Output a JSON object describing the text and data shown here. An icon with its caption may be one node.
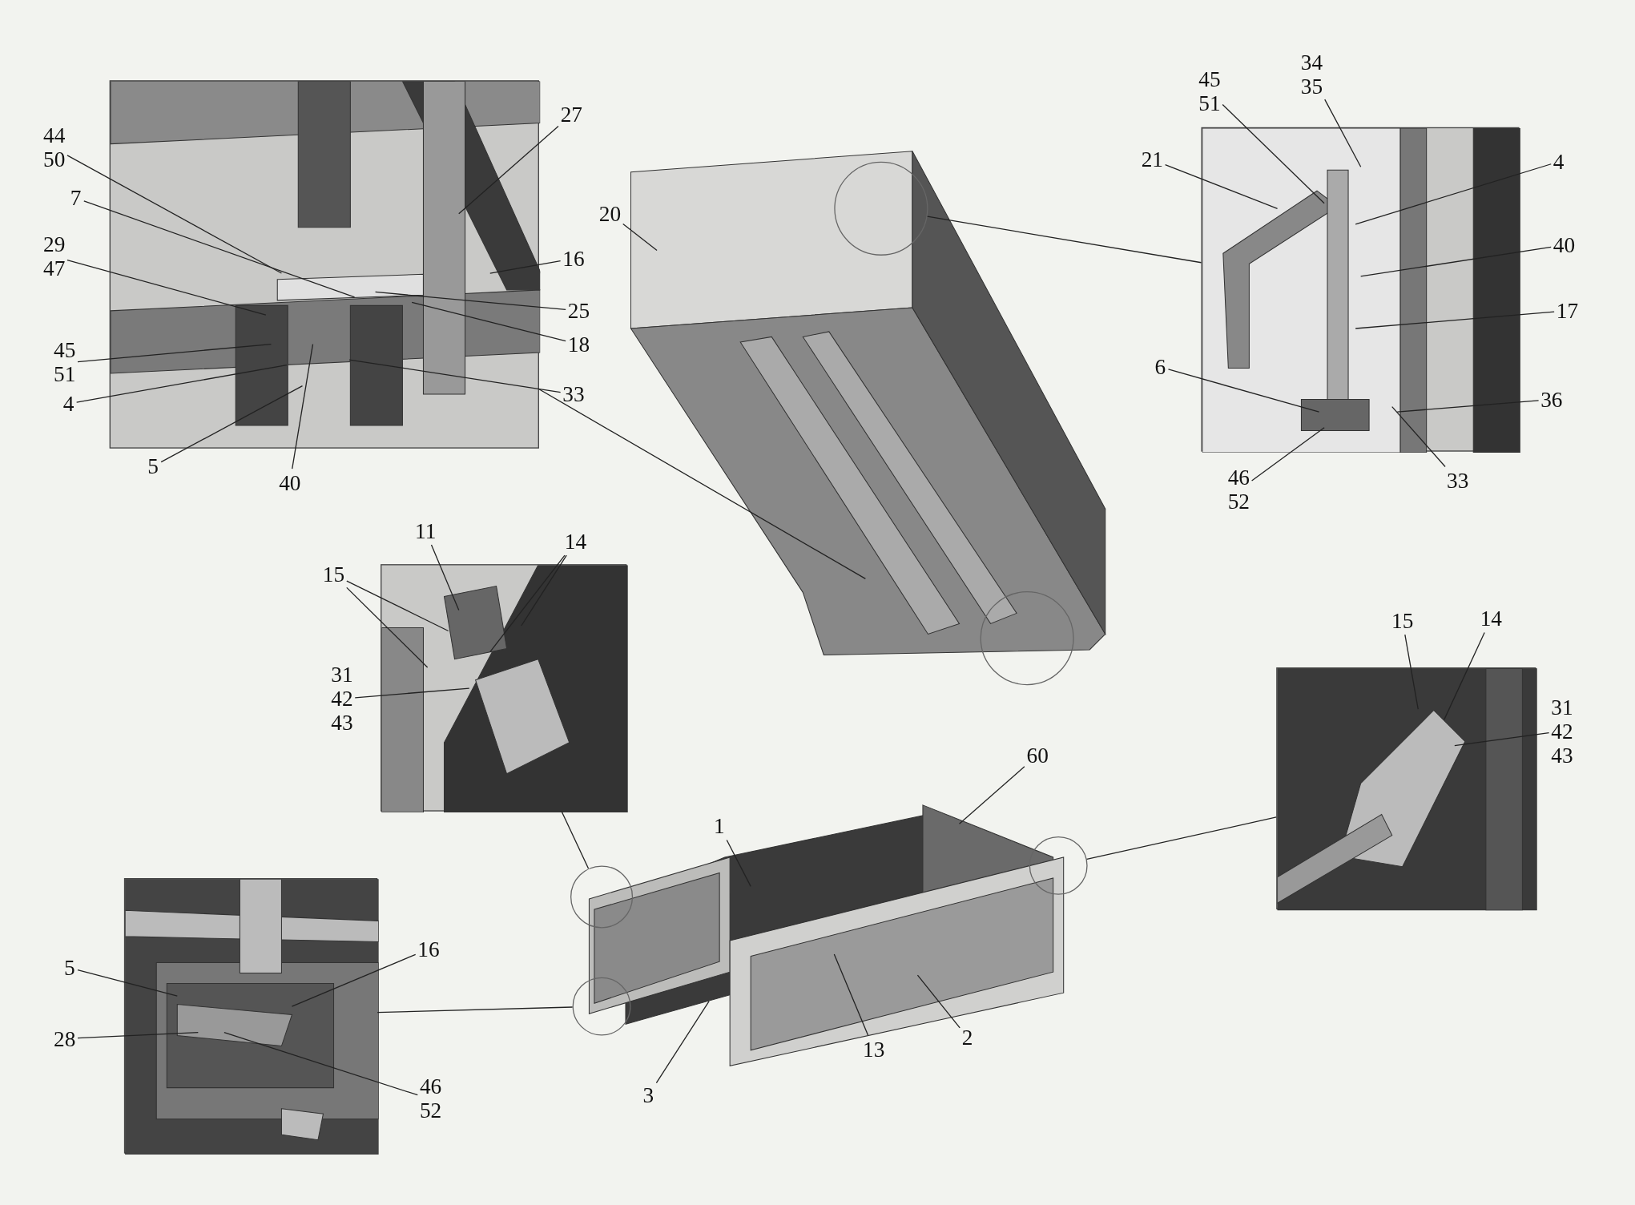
{
  "diagram": {
    "nodes": [
      {
        "text": [],
        "shape": "picture"
      },
      {
        "text": [],
        "shape": "picture"
      },
      {
        "text": [],
        "shape": "circle"
      },
      {
        "text": [],
        "shape": "circle"
      },
      {
        "text": [],
        "shape": "picture"
      },
      {
        "text": [],
        "shape": "picture"
      },
      {
        "text": [],
        "shape": "picture"
      },
      {
        "text": [],
        "shape": "picture"
      },
      {
        "text": [],
        "shape": "circle"
      },
      {
        "text": [],
        "shape": "circle"
      },
      {
        "text": [],
        "shape": "circle"
      },
      {
        "text": [],
        "shape": "picture"
      },
      {
        "text": [
          "27"
        ]
      },
      {
        "text": [
          "44",
          "50"
        ]
      },
      {
        "text": [
          "7"
        ]
      },
      {
        "text": [
          "29",
          "47"
        ]
      },
      {
        "text": [
          "16"
        ]
      },
      {
        "text": [
          "25"
        ]
      },
      {
        "text": [
          "18"
        ]
      },
      {
        "text": [
          "45",
          "51"
        ]
      },
      {
        "text": [
          "33"
        ]
      },
      {
        "text": [
          "4"
        ]
      },
      {
        "text": [
          "5"
        ]
      },
      {
        "text": [
          "40"
        ]
      },
      {
        "text": [
          "20"
        ]
      },
      {
        "text": [
          "34",
          "35"
        ]
      },
      {
        "text": [
          "45",
          "51"
        ]
      },
      {
        "text": [
          "21"
        ]
      },
      {
        "text": [
          "4"
        ]
      },
      {
        "text": [
          "40"
        ]
      },
      {
        "text": [
          "17"
        ]
      },
      {
        "text": [
          "6"
        ]
      },
      {
        "text": [
          "36"
        ]
      },
      {
        "text": [
          "46",
          "52"
        ]
      },
      {
        "text": [
          "33"
        ]
      },
      {
        "text": [
          "11"
        ]
      },
      {
        "text": [
          "14"
        ]
      },
      {
        "text": [
          "15"
        ]
      },
      {
        "text": [
          "31",
          "42",
          "43"
        ]
      },
      {
        "text": [
          "15"
        ]
      },
      {
        "text": [
          "14"
        ]
      },
      {
        "text": [
          "31",
          "42",
          "43"
        ]
      },
      {
        "text": [
          "60"
        ]
      },
      {
        "text": [
          "1"
        ]
      },
      {
        "text": [
          "16"
        ]
      },
      {
        "text": [
          "5"
        ]
      },
      {
        "text": [
          "28"
        ]
      },
      {
        "text": [
          "2"
        ]
      },
      {
        "text": [
          "13"
        ]
      },
      {
        "text": [
          "46",
          "52"
        ]
      },
      {
        "text": [
          "3"
        ]
      }
    ],
    "edges": [
      {
        "from": 2,
        "to": 4,
        "arrow": "none"
      },
      {
        "from": 0,
        "to": 1,
        "arrow": "none"
      },
      {
        "from": 8,
        "to": 5,
        "arrow": "none"
      },
      {
        "from": 9,
        "to": 11,
        "arrow": "none"
      },
      {
        "from": 10,
        "to": 6,
        "arrow": "none"
      },
      {
        "from": 12,
        "to": 0,
        "arrow": "none"
      },
      {
        "from": 13,
        "to": 0,
        "arrow": "none"
      },
      {
        "from": 14,
        "to": 0,
        "arrow": "none"
      },
      {
        "from": 15,
        "to": 0,
        "arrow": "none"
      },
      {
        "from": 16,
        "to": 0,
        "arrow": "none"
      },
      {
        "from": 17,
        "to": 0,
        "arrow": "none"
      },
      {
        "from": 18,
        "to": 0,
        "arrow": "none"
      },
      {
        "from": 19,
        "to": 0,
        "arrow": "none"
      },
      {
        "from": 20,
        "to": 0,
        "arrow": "none"
      },
      {
        "from": 21,
        "to": 0,
        "arrow": "none"
      },
      {
        "from": 22,
        "to": 0,
        "arrow": "none"
      },
      {
        "from": 23,
        "to": 0,
        "arrow": "none"
      },
      {
        "from": 24,
        "to": 1,
        "arrow": "none"
      },
      {
        "from": 25,
        "to": 4,
        "arrow": "none"
      },
      {
        "from": 26,
        "to": 4,
        "arrow": "none"
      },
      {
        "from": 27,
        "to": 4,
        "arrow": "none"
      },
      {
        "from": 28,
        "to": 4,
        "arrow": "none"
      },
      {
        "from": 29,
        "to": 4,
        "arrow": "none"
      },
      {
        "from": 30,
        "to": 4,
        "arrow": "none"
      },
      {
        "from": 31,
        "to": 4,
        "arrow": "none"
      },
      {
        "from": 32,
        "to": 4,
        "arrow": "none"
      },
      {
        "from": 33,
        "to": 4,
        "arrow": "none"
      },
      {
        "from": 34,
        "to": 4,
        "arrow": "none"
      },
      {
        "from": 35,
        "to": 5,
        "arrow": "none"
      },
      {
        "from": 36,
        "to": 5,
        "arrow": "none"
      },
      {
        "from": 36,
        "to": 5,
        "arrow": "none"
      },
      {
        "from": 37,
        "to": 5,
        "arrow": "none"
      },
      {
        "from": 37,
        "to": 5,
        "arrow": "none"
      },
      {
        "from": 38,
        "to": 5,
        "arrow": "none"
      },
      {
        "from": 39,
        "to": 6,
        "arrow": "none"
      },
      {
        "from": 40,
        "to": 6,
        "arrow": "none"
      },
      {
        "from": 41,
        "to": 6,
        "arrow": "none"
      },
      {
        "from": 42,
        "to": 7,
        "arrow": "none"
      },
      {
        "from": 43,
        "to": 7,
        "arrow": "none"
      },
      {
        "from": 44,
        "to": 11,
        "arrow": "none"
      },
      {
        "from": 45,
        "to": 11,
        "arrow": "none"
      },
      {
        "from": 46,
        "to": 11,
        "arrow": "none"
      },
      {
        "from": 47,
        "to": 7,
        "arrow": "none"
      },
      {
        "from": 48,
        "to": 7,
        "arrow": "none"
      },
      {
        "from": 49,
        "to": 11,
        "arrow": "none"
      },
      {
        "from": 50,
        "to": 7,
        "arrow": "none"
      }
    ]
  }
}
